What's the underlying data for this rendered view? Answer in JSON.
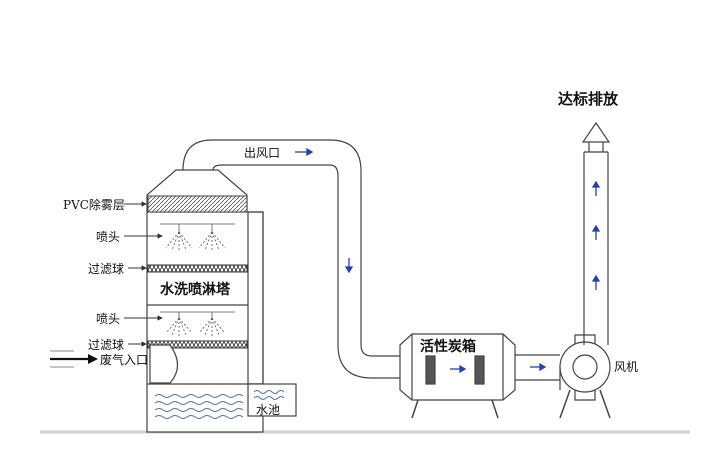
{
  "labels": {
    "pvc_layer": "PVC除雾层",
    "nozzle_top": "喷头",
    "filter_ball_top": "过滤球",
    "tower": "水洗喷淋塔",
    "nozzle_bottom": "喷头",
    "filter_ball_bottom": "过滤球",
    "inlet": "废气入口",
    "pool": "水池",
    "outlet": "出风口",
    "carbon_box": "活性炭箱",
    "fan": "风机",
    "discharge": "达标排放"
  },
  "colors": {
    "line": "#444444",
    "flow_arrow": "#1f3fbf",
    "water": "#4a6fa5",
    "ground": "#cfcfcf"
  }
}
